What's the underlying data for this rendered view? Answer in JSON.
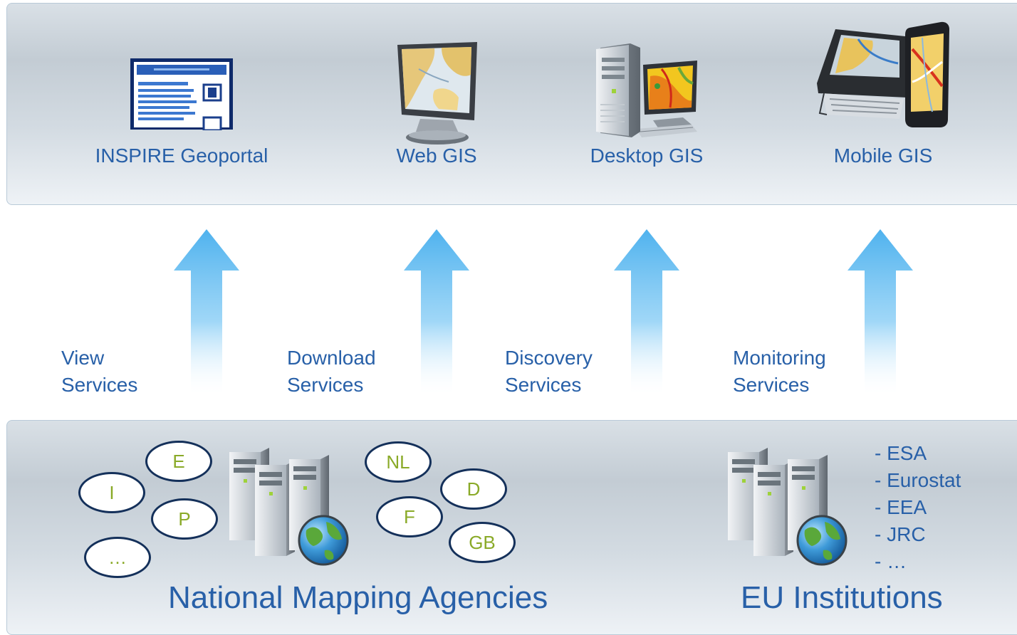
{
  "clients": [
    {
      "label": "INSPIRE Geoportal",
      "icon": "geoportal-page-icon"
    },
    {
      "label": "Web GIS",
      "icon": "monitor-map-icon"
    },
    {
      "label": "Desktop GIS",
      "icon": "desktop-computer-icon"
    },
    {
      "label": "Mobile GIS",
      "icon": "mobile-devices-icon"
    }
  ],
  "services": [
    {
      "line1": "View",
      "line2": "Services"
    },
    {
      "line1": "Download",
      "line2": "Services"
    },
    {
      "line1": "Discovery",
      "line2": "Services"
    },
    {
      "line1": "Monitoring",
      "line2": "Services"
    }
  ],
  "national": {
    "title": "National Mapping Agencies",
    "countries": [
      "E",
      "I",
      "P",
      "…",
      "NL",
      "D",
      "F",
      "GB"
    ]
  },
  "eu": {
    "title": "EU Institutions",
    "items": [
      "- ESA",
      "- Eurostat",
      "- EEA",
      "- JRC",
      "- …"
    ]
  },
  "colors": {
    "text_blue": "#2860a8",
    "oval_border": "#14305a",
    "country_text": "#8aaa28",
    "arrow": "#5ab8f0"
  }
}
